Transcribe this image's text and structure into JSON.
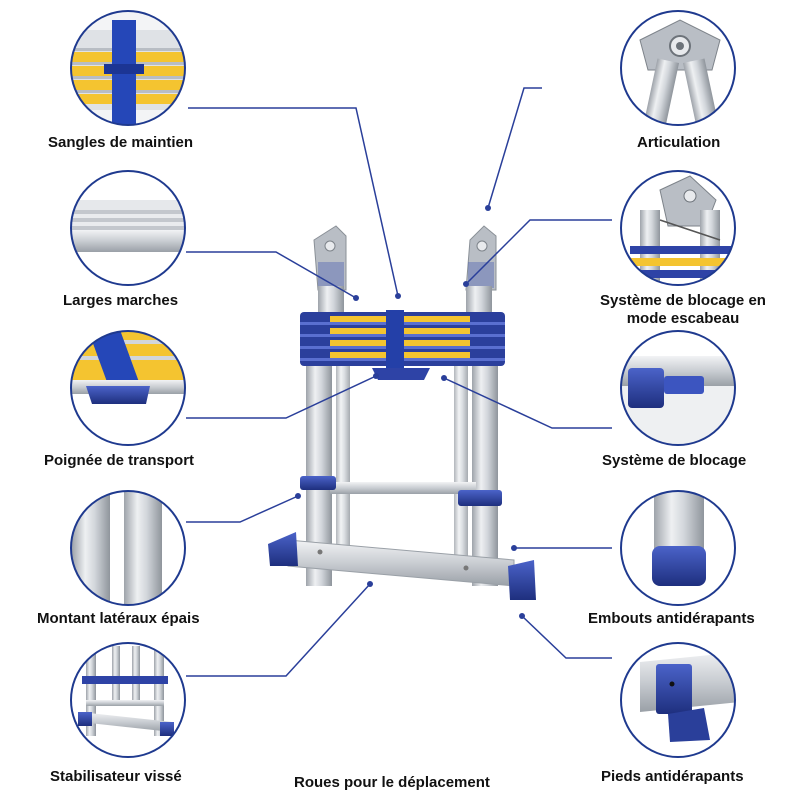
{
  "colors": {
    "accent_blue": "#2a3f9a",
    "callout_line": "#2a3f9a",
    "circle_border": "#1f3a8f",
    "aluminum": "#c8ccd2",
    "label_text": "#111111"
  },
  "features": {
    "holding_straps": "Sangles de maintien",
    "articulation": "Articulation",
    "wide_steps": "Larges marches",
    "stepladder_lock": "Système de blocage en mode escabeau",
    "carry_handle": "Poignée de transport",
    "locking_system": "Système de blocage",
    "thick_side_rails": "Montant latéraux épais",
    "non_slip_end_caps": "Embouts antidérapants",
    "screwed_stabilizer": "Stabilisateur vissé",
    "transport_wheels": "Roues pour le déplacement",
    "non_slip_feet": "Pieds antidérapants"
  }
}
